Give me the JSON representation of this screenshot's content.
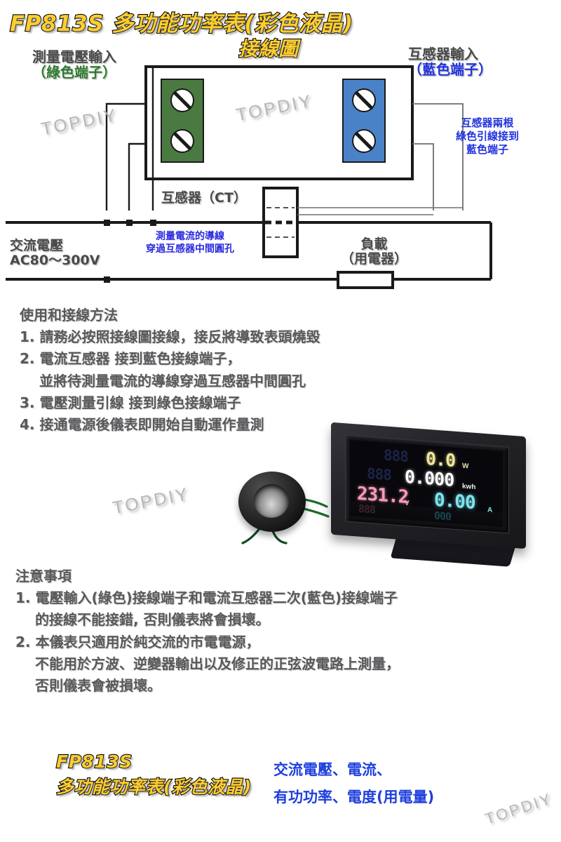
{
  "title": {
    "main": "FP813S 多功能功率表(彩色液晶)",
    "sub": "接線圖"
  },
  "diagram": {
    "voltage_input_label_line1": "測量電壓輸入",
    "voltage_input_label_line2": "（綠色端子）",
    "ct_input_label_line1": "互感器輸入",
    "ct_input_label_line2": "（藍色端子）",
    "ct_side_note_line1": "互感器兩根",
    "ct_side_note_line2": "綠色引線接到",
    "ct_side_note_line3": "藍色端子",
    "ct_label": "互感器（CT）",
    "ac_label_line1": "交流電壓",
    "ac_label_line2": "AC80～300V",
    "through_note_line1": "測量電流的導線",
    "through_note_line2": "穿過互感器中間圓孔",
    "load_label_line1": "負載",
    "load_label_line2": "（用電器）",
    "colors": {
      "green_terminal": "#4a7a42",
      "blue_terminal": "#4a82c8",
      "green_text": "#2d7a2d",
      "blue_text": "#2233DD",
      "yellow_title": "#FFCE2E"
    }
  },
  "watermark": {
    "text": "TOPDIY"
  },
  "instructions": {
    "heading": "使用和接線方法",
    "items": [
      "1. 請務必按照接線圖接線，接反將導致表頭燒毀",
      "2. 電流互感器 接到藍色接線端子，",
      "並將待測量電流的導線穿過互感器中間圓孔",
      "3. 電壓測量引線 接到綠色接線端子",
      "4. 接通電源後儀表即開始自動運作量測"
    ]
  },
  "notes": {
    "heading": "注意事項",
    "items": [
      "1. 電壓輸入(綠色)接線端子和電流互感器二次(藍色)接線端子",
      "的接線不能接錯, 否則儀表將會損壞。",
      "2. 本儀表只適用於純交流的市電電源，",
      "不能用於方波、逆變器輸出以及修正的正弦波電路上測量，",
      "否則儀表會被損壞。"
    ]
  },
  "meter": {
    "power_value": "0.0",
    "power_unit": "W",
    "energy_value": "0.000",
    "energy_unit": "kwh",
    "voltage_value": "231.2",
    "voltage_unit": "V",
    "current_value": "0.00",
    "current_unit": "A",
    "ghost_digits_top": "888",
    "ghost_digits_mid": "888",
    "ghost_digits_bottom_left": "888",
    "ghost_digits_bottom_right": "000"
  },
  "footer": {
    "model_line1": "FP813S",
    "model_line2": "多功能功率表(彩色液晶)",
    "features_line1": "交流電壓、電流、",
    "features_line2": "有功功率、電度(用電量)"
  }
}
